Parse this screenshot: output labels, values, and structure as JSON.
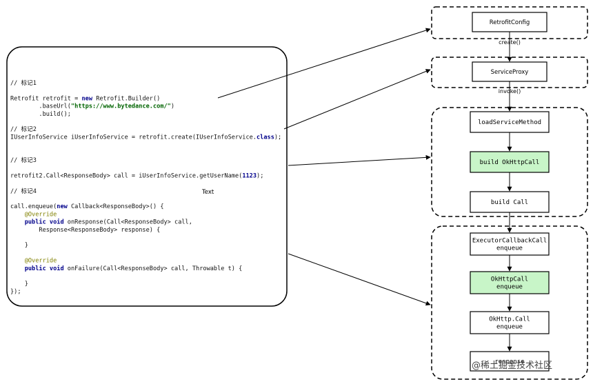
{
  "code_panel": {
    "lines": [
      [
        {
          "t": "// 标记1",
          "c": ""
        }
      ],
      [
        {
          "t": "",
          "c": ""
        }
      ],
      [
        {
          "t": "Retrofit retrofit = ",
          "c": ""
        },
        {
          "t": "new",
          "c": "kw"
        },
        {
          "t": " Retrofit.Builder()",
          "c": ""
        }
      ],
      [
        {
          "t": "        .baseUrl(",
          "c": ""
        },
        {
          "t": "\"https://www.bytedance.com/\"",
          "c": "str"
        },
        {
          "t": ")",
          "c": ""
        }
      ],
      [
        {
          "t": "        .build();",
          "c": ""
        }
      ],
      [
        {
          "t": "",
          "c": ""
        }
      ],
      [
        {
          "t": "// 标记2",
          "c": ""
        }
      ],
      [
        {
          "t": "IUserInfoService iUserInfoService = retrofit.create(IUserInfoService.",
          "c": ""
        },
        {
          "t": "class",
          "c": "kw"
        },
        {
          "t": ");",
          "c": ""
        }
      ],
      [
        {
          "t": "",
          "c": ""
        }
      ],
      [
        {
          "t": "",
          "c": ""
        }
      ],
      [
        {
          "t": "// 标记3",
          "c": ""
        }
      ],
      [
        {
          "t": "",
          "c": ""
        }
      ],
      [
        {
          "t": "retrofit2.Call<ResponseBody> call = iUserInfoService.getUserName(",
          "c": ""
        },
        {
          "t": "1123",
          "c": "num"
        },
        {
          "t": ");",
          "c": ""
        }
      ],
      [
        {
          "t": "",
          "c": ""
        }
      ],
      [
        {
          "t": "// 标记4",
          "c": ""
        }
      ],
      [
        {
          "t": "",
          "c": ""
        }
      ],
      [
        {
          "t": "call.enqueue(",
          "c": ""
        },
        {
          "t": "new",
          "c": "kw"
        },
        {
          "t": " Callback<ResponseBody>() {",
          "c": ""
        }
      ],
      [
        {
          "t": "    ",
          "c": ""
        },
        {
          "t": "@Override",
          "c": "ann"
        }
      ],
      [
        {
          "t": "    ",
          "c": ""
        },
        {
          "t": "public void",
          "c": "kw"
        },
        {
          "t": " onResponse(Call<ResponseBody> call,",
          "c": ""
        }
      ],
      [
        {
          "t": "        Response<ResponseBody> response) {",
          "c": ""
        }
      ],
      [
        {
          "t": "",
          "c": ""
        }
      ],
      [
        {
          "t": "    }",
          "c": ""
        }
      ],
      [
        {
          "t": "",
          "c": ""
        }
      ],
      [
        {
          "t": "    ",
          "c": ""
        },
        {
          "t": "@Override",
          "c": "ann"
        }
      ],
      [
        {
          "t": "    ",
          "c": ""
        },
        {
          "t": "public void",
          "c": "kw"
        },
        {
          "t": " onFailure(Call<ResponseBody> call, Throwable t) {",
          "c": ""
        }
      ],
      [
        {
          "t": "",
          "c": ""
        }
      ],
      [
        {
          "t": "    }",
          "c": ""
        }
      ],
      [
        {
          "t": "});",
          "c": ""
        }
      ]
    ],
    "text_label": "Text"
  },
  "boxes": [
    {
      "id": "retrofit-config",
      "lines": [
        "RetrofitConfig"
      ],
      "fill": "#ffffff",
      "font": "sans"
    },
    {
      "id": "service-proxy",
      "lines": [
        "ServiceProxy"
      ],
      "fill": "#ffffff",
      "font": "sans"
    },
    {
      "id": "load-service-method",
      "lines": [
        "loadServiceMethod"
      ],
      "fill": "#ffffff",
      "font": "mono"
    },
    {
      "id": "build-okhttpcall",
      "lines": [
        "build OkHttpCall"
      ],
      "fill": "#c8f5c8",
      "font": "mono"
    },
    {
      "id": "build-call",
      "lines": [
        "build Call"
      ],
      "fill": "#ffffff",
      "font": "mono"
    },
    {
      "id": "executor-callback-call",
      "lines": [
        "ExecutorCallbackCall",
        "enqueue"
      ],
      "fill": "#ffffff",
      "font": "mono"
    },
    {
      "id": "okhttpcall-enqueue",
      "lines": [
        "OkHttpCall",
        "enqueue"
      ],
      "fill": "#c8f5c8",
      "font": "mono"
    },
    {
      "id": "okhttp-call-enqueue",
      "lines": [
        "OkHttp.Call",
        "enqueue"
      ],
      "fill": "#ffffff",
      "font": "mono"
    },
    {
      "id": "response",
      "lines": [
        "response"
      ],
      "fill": "#ffffff",
      "font": "mono"
    }
  ],
  "edge_labels": {
    "create": "create()",
    "invoke": "invoke()"
  },
  "watermark": "@稀土掘金技术社区",
  "colors": {
    "highlight": "#c8f5c8",
    "stroke": "#000000"
  }
}
